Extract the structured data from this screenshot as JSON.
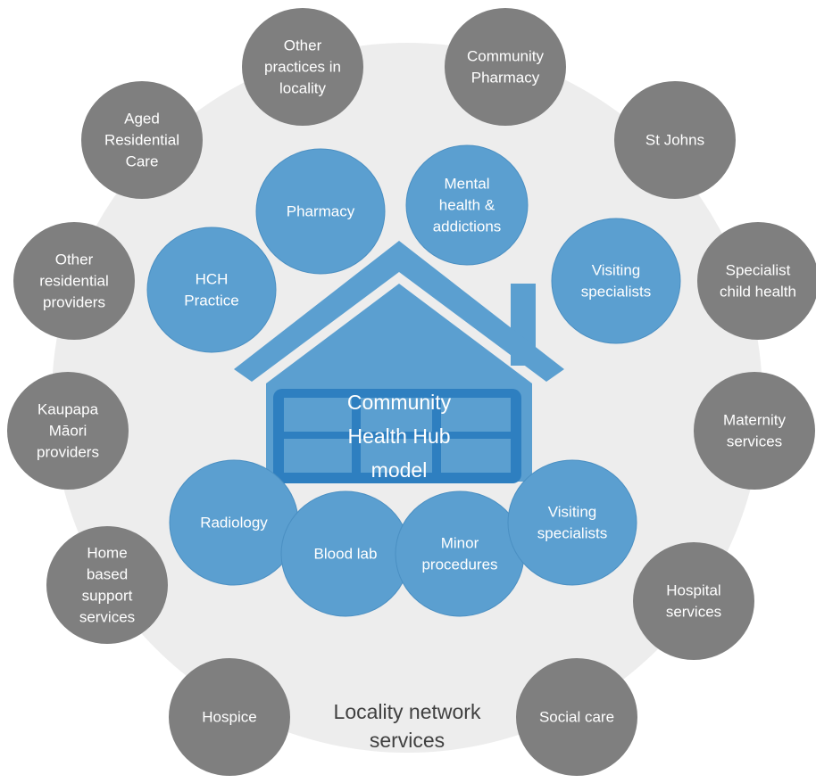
{
  "diagram": {
    "caption": [
      "Locality network",
      "services"
    ],
    "hub_label": [
      "Community",
      "Health Hub",
      "model"
    ],
    "outer_services": [
      {
        "id": "other-practices",
        "lines": [
          "Other",
          "practices in",
          "locality"
        ]
      },
      {
        "id": "community-pharmacy",
        "lines": [
          "Community",
          "Pharmacy"
        ]
      },
      {
        "id": "aged-residential-care",
        "lines": [
          "Aged",
          "Residential",
          "Care"
        ]
      },
      {
        "id": "st-johns",
        "lines": [
          "St Johns"
        ]
      },
      {
        "id": "other-residential-providers",
        "lines": [
          "Other",
          "residential",
          "providers"
        ]
      },
      {
        "id": "specialist-child-health",
        "lines": [
          "Specialist",
          "child health"
        ]
      },
      {
        "id": "kaupapa-maori-providers",
        "lines": [
          "Kaupapa",
          "Māori",
          "providers"
        ]
      },
      {
        "id": "maternity-services",
        "lines": [
          "Maternity",
          "services"
        ]
      },
      {
        "id": "home-based-support",
        "lines": [
          "Home",
          "based",
          "support",
          "services"
        ]
      },
      {
        "id": "hospital-services",
        "lines": [
          "Hospital",
          "services"
        ]
      },
      {
        "id": "hospice",
        "lines": [
          "Hospice"
        ]
      },
      {
        "id": "social-care",
        "lines": [
          "Social care"
        ]
      }
    ],
    "hub_services": [
      {
        "id": "pharmacy",
        "lines": [
          "Pharmacy"
        ]
      },
      {
        "id": "mental-health",
        "lines": [
          "Mental",
          "health &",
          "addictions"
        ]
      },
      {
        "id": "hch-practice",
        "lines": [
          "HCH",
          "Practice"
        ]
      },
      {
        "id": "visiting-specialists-top",
        "lines": [
          "Visiting",
          "specialists"
        ]
      },
      {
        "id": "radiology",
        "lines": [
          "Radiology"
        ]
      },
      {
        "id": "blood-lab",
        "lines": [
          "Blood lab"
        ]
      },
      {
        "id": "minor-procedures",
        "lines": [
          "Minor",
          "procedures"
        ]
      },
      {
        "id": "visiting-specialists-bottom",
        "lines": [
          "Visiting",
          "specialists"
        ]
      }
    ],
    "colors": {
      "outer_fill": "#7f7f7f",
      "background_circle": "#ededed",
      "inner_fill": "#5b9fd0",
      "house_fill": "#5b9fd0",
      "window_dark": "#2e7fc0",
      "caption_text": "#404040",
      "light_text": "#ffffff"
    }
  }
}
